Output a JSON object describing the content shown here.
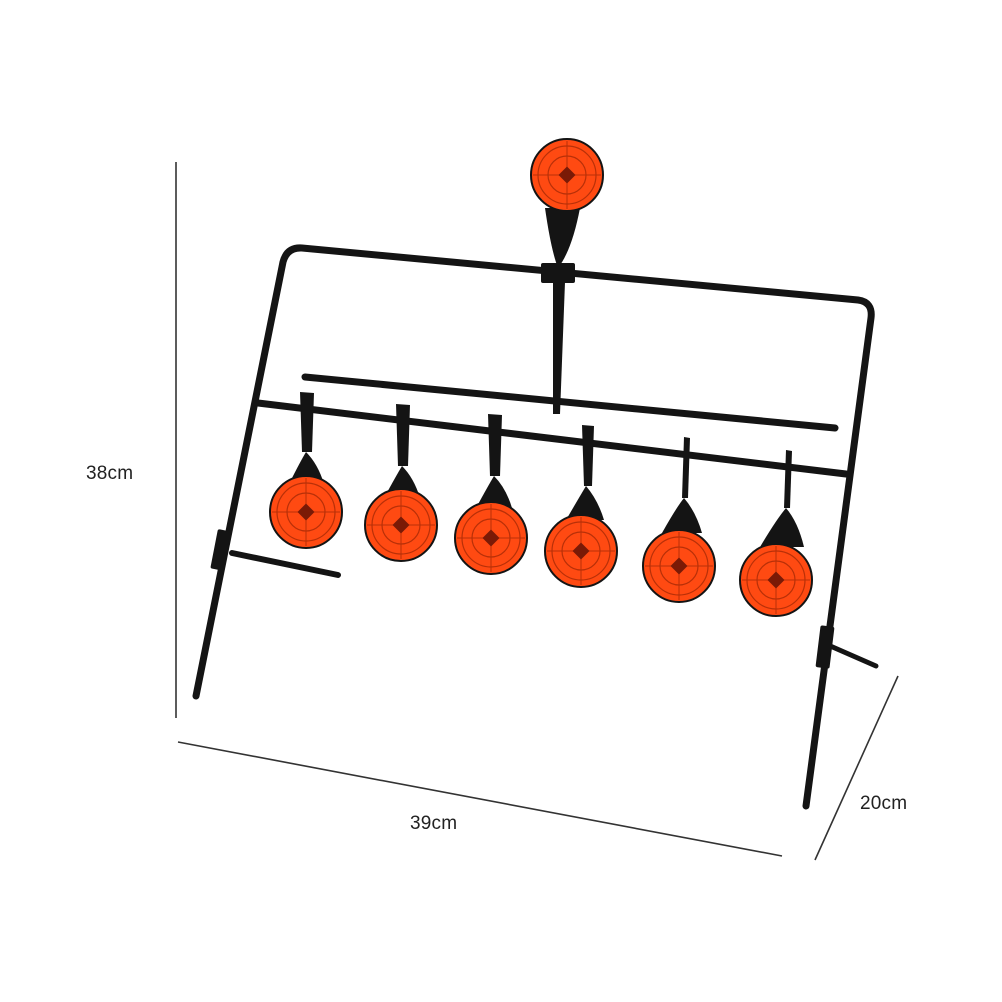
{
  "product": {
    "dimensions": {
      "height": "38cm",
      "width": "39cm",
      "depth": "20cm"
    },
    "targets": {
      "top_count": 1,
      "lower_count": 6
    },
    "colors": {
      "target_face": "#ff4a12",
      "target_rim": "#e03a0a",
      "target_center": "#7a1a06",
      "frame": "#141414",
      "dimension_line": "#333333",
      "background": "#ffffff"
    }
  }
}
